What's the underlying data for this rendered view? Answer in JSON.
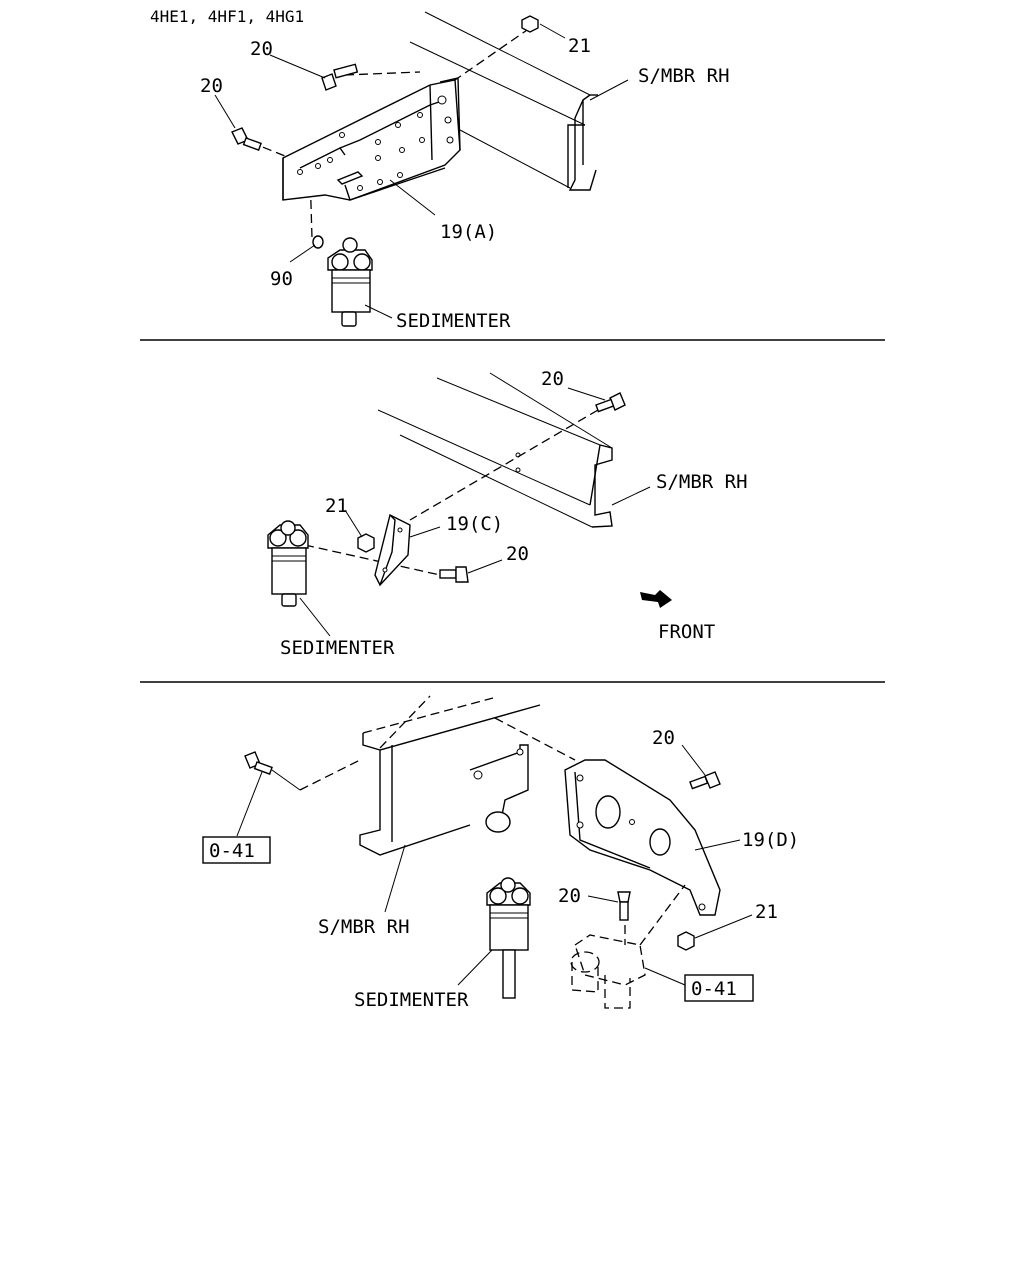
{
  "header": {
    "engine_models": "4HE1, 4HF1, 4HG1"
  },
  "panel_a": {
    "labels": {
      "bolt_top": "20",
      "bolt_left": "20",
      "nut": "21",
      "side_member": "S/MBR RH",
      "bracket": "19(A)",
      "washer": "90",
      "sedimenter": "SEDIMENTER"
    }
  },
  "panel_c": {
    "labels": {
      "bolt_top": "20",
      "side_member": "S/MBR RH",
      "nut": "21",
      "bracket": "19(C)",
      "bolt_side": "20",
      "sedimenter": "SEDIMENTER",
      "front": "FRONT"
    }
  },
  "panel_d": {
    "labels": {
      "bolt_top": "20",
      "bracket": "19(D)",
      "ref_left": "0-41",
      "side_member": "S/MBR RH",
      "bolt_lower": "20",
      "nut": "21",
      "ref_right": "0-41",
      "sedimenter": "SEDIMENTER"
    }
  }
}
